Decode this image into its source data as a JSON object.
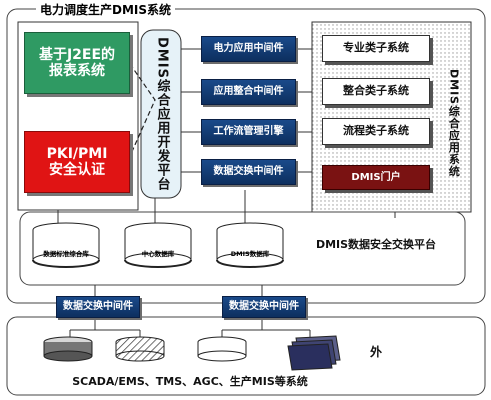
{
  "diagram": {
    "title": "电力调度生产DMIS系统",
    "left_boxes": {
      "report": "基于J2EE的报表系统",
      "pki": "PKI/PMI安全认证"
    },
    "dev_platform": "DMIS综合应用开发平台",
    "middleware": [
      "电力应用中间件",
      "应用整合中间件",
      "工作流管理引擎",
      "数据交换中间件"
    ],
    "app_system": {
      "label": "DMIS综合应用系统",
      "subsystems": [
        "专业类子系统",
        "整合类子系统",
        "流程类子系统"
      ],
      "portal": "DMIS门户"
    },
    "databases": [
      "数据标准综合库",
      "中心数据库",
      "DMIS数据库"
    ],
    "exchange_platform": "DMIS数据安全交换平台",
    "bottom_middleware": [
      "数据交换中间件",
      "数据交换中间件"
    ],
    "external_label": "外",
    "external_systems": "SCADA/EMS、TMS、AGC、生产MIS等系统",
    "colors": {
      "middleware_blue": "#123d73",
      "report_green": "#2f9a63",
      "pki_red": "#e01414",
      "portal_maroon": "#7a1212",
      "platform_fill": "#e6f2f8"
    }
  }
}
